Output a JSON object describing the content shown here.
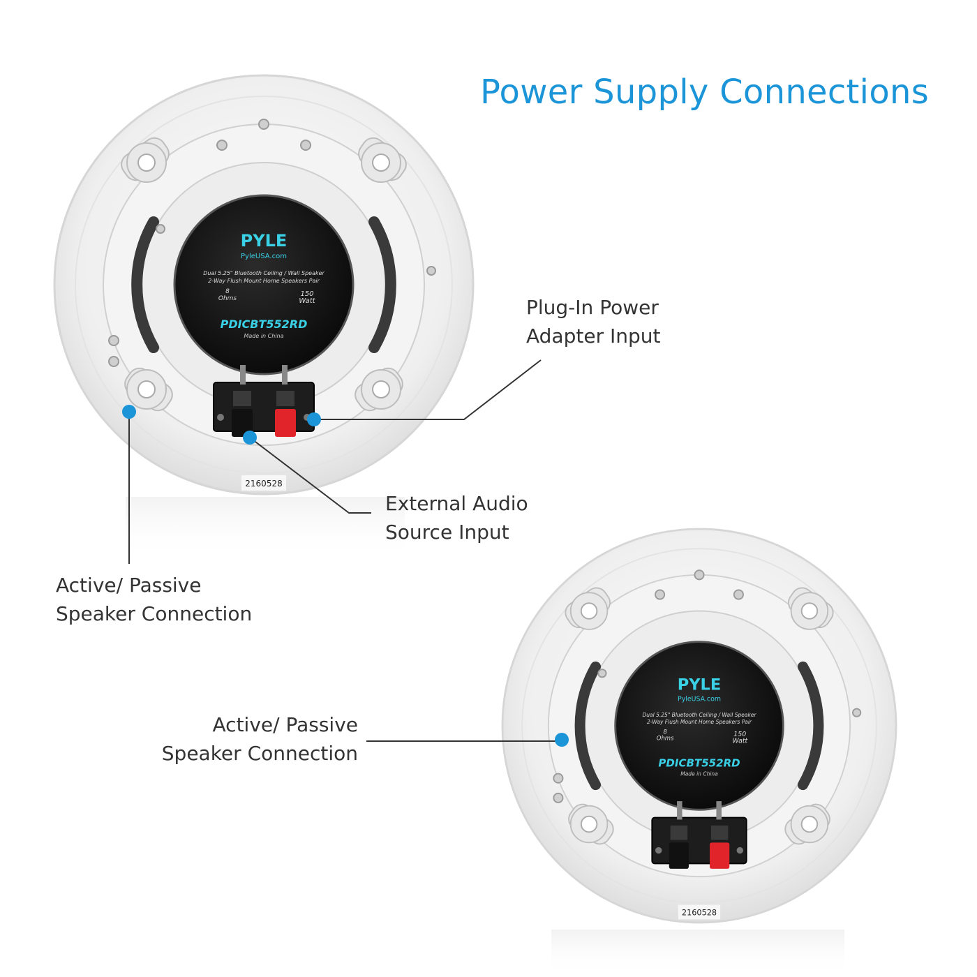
{
  "title": "Power Supply Connections",
  "callouts": {
    "plug_in_power": {
      "line1": "Plug-In Power",
      "line2": "Adapter Input"
    },
    "external_audio": {
      "line1": "External Audio",
      "line2": "Source Input"
    },
    "active_passive_top": {
      "line1": "Active/ Passive",
      "line2": "Speaker Connection"
    },
    "active_passive_bottom": {
      "line1": "Active/ Passive",
      "line2": "Speaker Connection"
    }
  },
  "speaker_label": {
    "brand": "PYLE",
    "website": "PyleUSA.com",
    "description_line1": "Dual 5.25\" Bluetooth Ceiling / Wall Speaker",
    "description_line2": "2-Way Flush Mount Home Speakers Pair",
    "impedance_value": "8",
    "impedance_unit": "Ohms",
    "power_value": "150",
    "power_unit": "Watt",
    "model": "PDICBT552RD",
    "origin": "Made in China"
  },
  "serial_number": "2160528",
  "colors": {
    "accent": "#1b95d8",
    "leader_line": "#333333",
    "speaker_face": "#1a1a1a",
    "label_cyan": "#3ad0e6",
    "terminal_red": "#e0242a"
  },
  "icons": [
    "blue-dot-marker"
  ]
}
